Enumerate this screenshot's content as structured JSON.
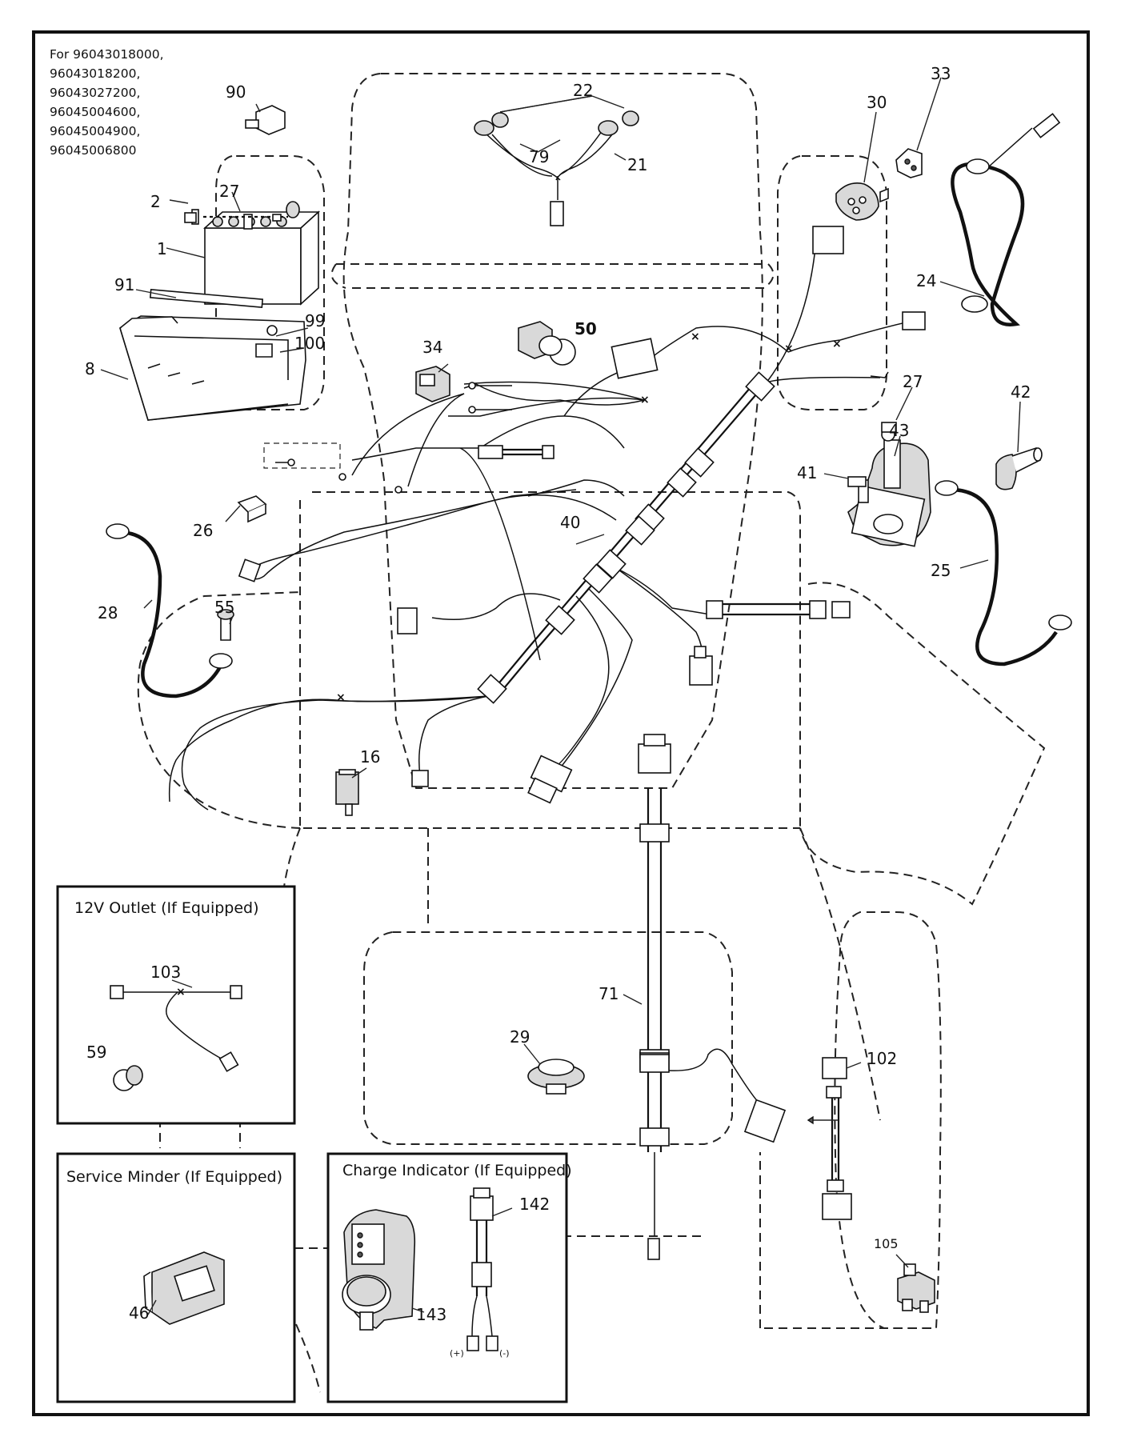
{
  "models": {
    "line1": "For 96043018000,",
    "line2": "96043018200,",
    "line3": "96043027200,",
    "line4": "96045004600,",
    "line5": "96045004900,",
    "line6": "96045006800"
  },
  "insets": {
    "outlet_title": "12V Outlet (If Equipped)",
    "service_minder_title": "Service Minder (If Equipped)",
    "charge_indicator_title": "Charge Indicator (If Equipped)",
    "plus_label": "(+)",
    "minus_label": "(-)"
  },
  "callouts": {
    "c1": "1",
    "c2": "2",
    "c8": "8",
    "c16": "16",
    "c21": "21",
    "c22": "22",
    "c24": "24",
    "c25": "25",
    "c26": "26",
    "c27a": "27",
    "c27b": "27",
    "c28": "28",
    "c29": "29",
    "c30": "30",
    "c33": "33",
    "c34": "34",
    "c40": "40",
    "c41": "41",
    "c42": "42",
    "c43": "43",
    "c46": "46",
    "c50": "50",
    "c55": "55",
    "c59": "59",
    "c71": "71",
    "c79": "79",
    "c90": "90",
    "c91": "91",
    "c99": "99",
    "c100": "100",
    "c102": "102",
    "c103": "103",
    "c105": "105",
    "c142": "142",
    "c143": "143"
  }
}
